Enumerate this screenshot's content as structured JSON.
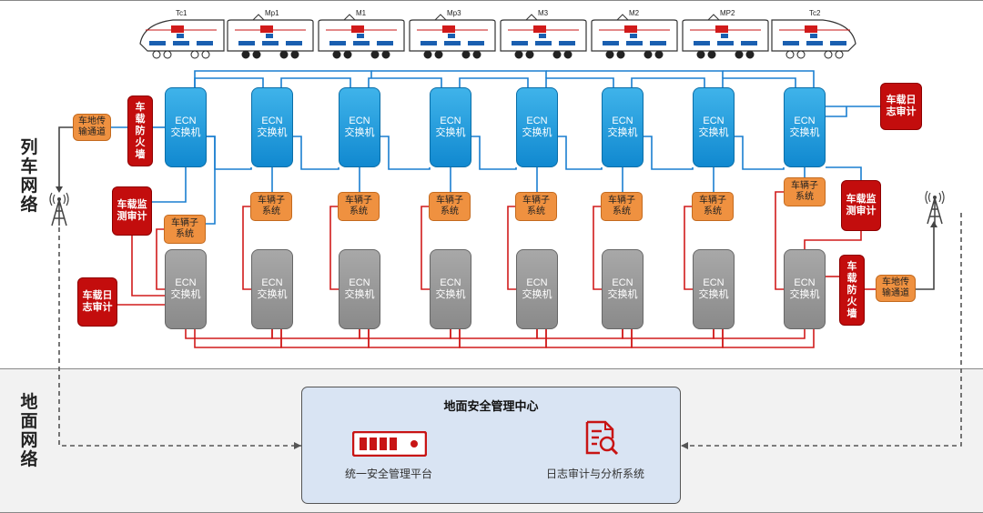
{
  "labels": {
    "train_network": "列车网络",
    "ground_network": "地面网络"
  },
  "cars": [
    "Tc1",
    "Mp1",
    "M1",
    "Mp3",
    "M3",
    "M2",
    "MP2",
    "Tc2"
  ],
  "ecn_top": [
    "ECN\n交换机",
    "ECN\n交换机",
    "ECN\n交换机",
    "ECN\n交换机",
    "ECN\n交换机",
    "ECN\n交换机",
    "ECN\n交换机",
    "ECN\n交换机"
  ],
  "ecn_bottom": [
    "ECN\n交换机",
    "ECN\n交换机",
    "ECN\n交换机",
    "ECN\n交换机",
    "ECN\n交换机",
    "ECN\n交换机",
    "ECN\n交换机",
    "ECN\n交换机"
  ],
  "subsystems": [
    "车辆子\n系统",
    "车辆子\n系统",
    "车辆子\n系统",
    "车辆子\n系统",
    "车辆子\n系统",
    "车辆子\n系统",
    "车辆子\n系统",
    "车辆子\n系统"
  ],
  "left": {
    "ground_channel": "车地传\n输通道",
    "firewall": "车\n载\n防\n火\n墙",
    "monitor_audit": "车载监\n测审计",
    "log_audit": "车载日\n志审计"
  },
  "right": {
    "log_audit": "车载日\n志审计",
    "monitor_audit": "车载监\n测审计",
    "firewall": "车\n载\n防\n火\n墙",
    "ground_channel": "车地传\n输通道"
  },
  "center": {
    "title": "地面安全管理中心",
    "platform": "统一安全管理平台",
    "log_system": "日志审计与分析系统"
  },
  "colors": {
    "blue_line": "#1a7fd0",
    "red_line": "#d11b1b",
    "dash_line": "#555555"
  }
}
